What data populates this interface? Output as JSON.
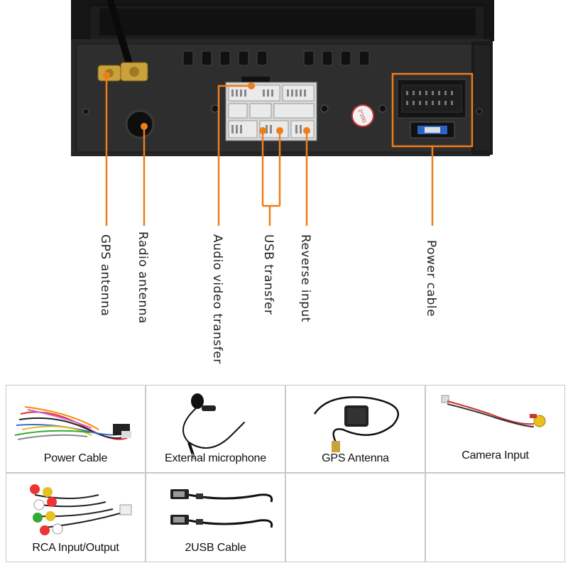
{
  "device_labels": {
    "gps_antenna": "GPS antenna",
    "radio_antenna": "Radio antenna",
    "audio_video_transfer": "Audio video transfer",
    "usb_transfer": "USB transfer",
    "reverse_input": "Reverse input",
    "power_cable": "Power cable"
  },
  "fuse_label": "2*10G",
  "accent_color": "#ee7d1c",
  "accessories": [
    {
      "label": "Power Cable",
      "icon": "power-cable-harness"
    },
    {
      "label": "External microphone",
      "icon": "microphone"
    },
    {
      "label": "GPS  Antenna",
      "icon": "gps-antenna"
    },
    {
      "label": "Camera  Input",
      "icon": "camera-cable"
    },
    {
      "label": "RCA Input/Output",
      "icon": "rca-cable"
    },
    {
      "label": "2USB  Cable",
      "icon": "usb-cables"
    }
  ]
}
